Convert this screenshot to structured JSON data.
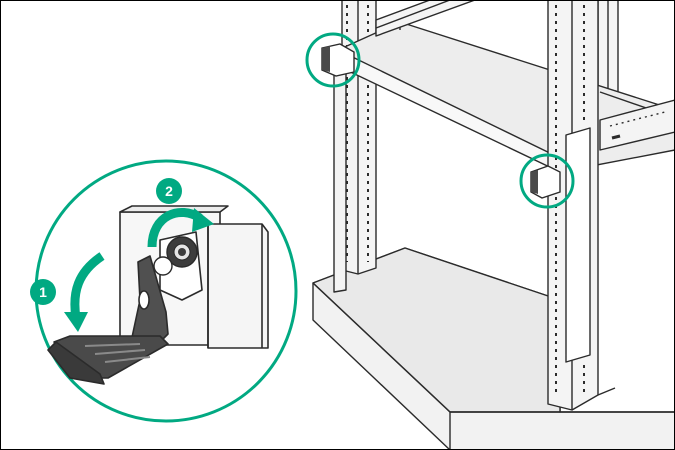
{
  "figure": {
    "steps": [
      {
        "number": "1",
        "action": "rotate-latch-down"
      },
      {
        "number": "2",
        "action": "tighten-thumbscrew"
      }
    ],
    "colors": {
      "accent": "#01a982",
      "line": "#2b2b2b",
      "rack_fill": "#f2f2f2",
      "shadow": "#e6e6e6",
      "latch_dark": "#4a4a4a",
      "white": "#ffffff"
    },
    "icons": [
      "rack-frame",
      "rail-latch",
      "thumbscrew",
      "rotate-arrow",
      "curved-arrow"
    ]
  }
}
